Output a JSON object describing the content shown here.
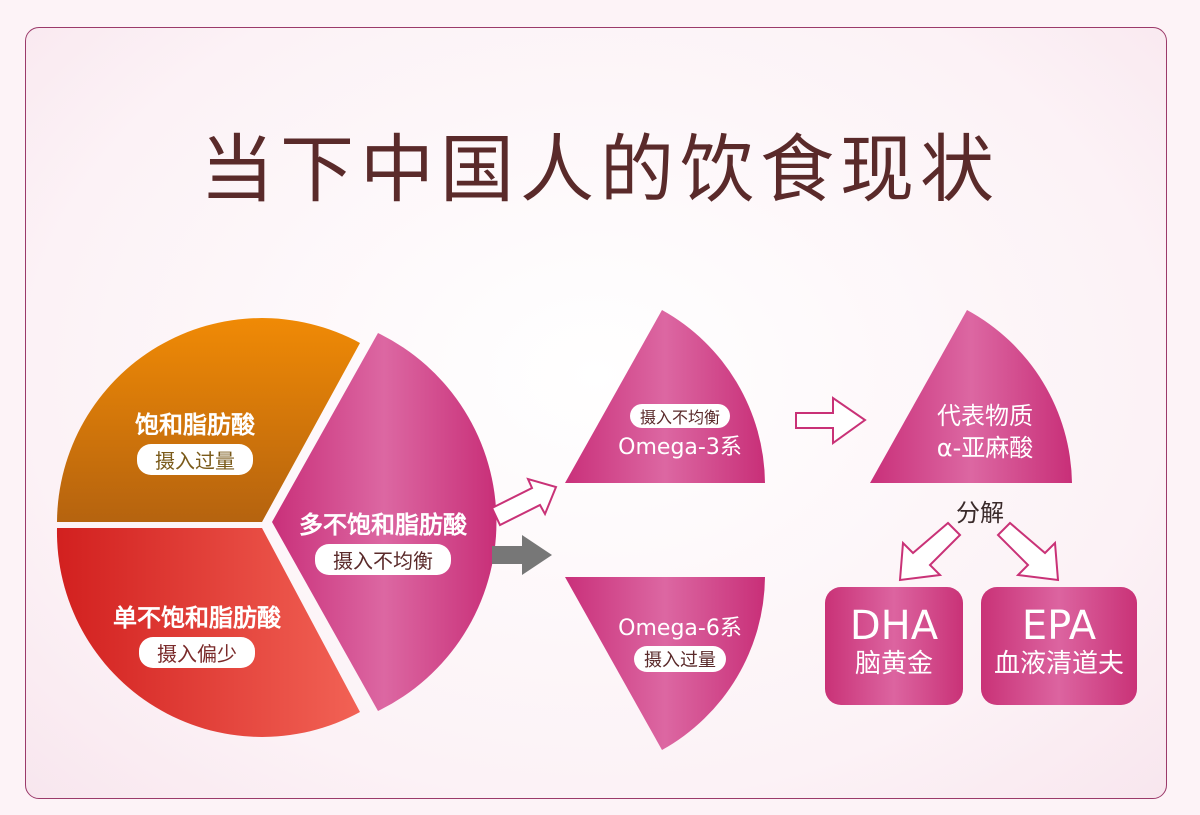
{
  "title": "当下中国人的饮食现状",
  "pie": [
    {
      "name": "饱和脂肪酸",
      "status": "摄入过量",
      "color": "#e8830c"
    },
    {
      "name": "单不饱和脂肪酸",
      "status": "摄入偏少",
      "color": "#e03a34"
    },
    {
      "name": "多不饱和脂肪酸",
      "status": "摄入不均衡",
      "color": "#d4508f"
    }
  ],
  "omega3": {
    "status": "摄入不均衡",
    "name": "Omega-3系"
  },
  "omega6": {
    "name": "Omega-6系",
    "status": "摄入过量"
  },
  "representative": {
    "line1": "代表物质",
    "line2": "α-亚麻酸"
  },
  "decompose": "分解",
  "dha": {
    "name": "DHA",
    "desc": "脑黄金"
  },
  "epa": {
    "name": "EPA",
    "desc": "血液清道夫"
  }
}
